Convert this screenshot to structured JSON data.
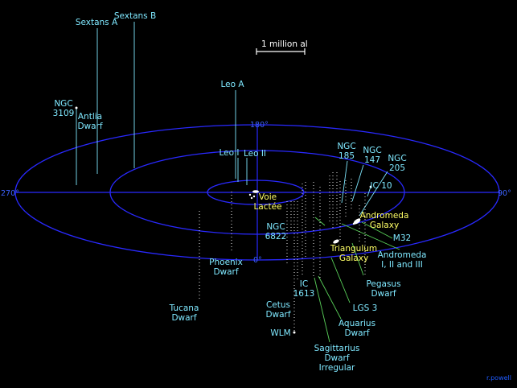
{
  "scale": {
    "label": "1 million al"
  },
  "axes": {
    "angle_0": "0°",
    "angle_90": "90°",
    "angle_180": "180°",
    "angle_270": "270°"
  },
  "galaxies": {
    "milky_way": [
      "Voie",
      "Lactée"
    ],
    "andromeda": [
      "Andromeda",
      "Galaxy"
    ],
    "triangulum": [
      "Triangulum",
      "Galaxy"
    ],
    "sextans_a": [
      "Sextans A"
    ],
    "sextans_b": [
      "Sextans B"
    ],
    "ngc3109": [
      "NGC",
      "3109"
    ],
    "antlia": [
      "Antlia",
      "Dwarf"
    ],
    "leo_a": [
      "Leo A"
    ],
    "leo_i": [
      "Leo I"
    ],
    "leo_ii": [
      "Leo II"
    ],
    "ngc185": [
      "NGC",
      "185"
    ],
    "ngc147": [
      "NGC",
      "147"
    ],
    "ngc205": [
      "NGC",
      "205"
    ],
    "ic10": [
      "IC 10"
    ],
    "m32": [
      "M32"
    ],
    "andromeda_123": [
      "Andromeda",
      "I, II and III"
    ],
    "ngc6822": [
      "NGC",
      "6822"
    ],
    "pegasus": [
      "Pegasus",
      "Dwarf"
    ],
    "phoenix": [
      "Phoenix",
      "Dwarf"
    ],
    "ic1613": [
      "IC",
      "1613"
    ],
    "lgs3": [
      "LGS 3"
    ],
    "tucana": [
      "Tucana",
      "Dwarf"
    ],
    "cetus": [
      "Cetus",
      "Dwarf"
    ],
    "aquarius": [
      "Aquarius",
      "Dwarf"
    ],
    "wlm": [
      "WLM"
    ],
    "sagittarius": [
      "Sagittarius",
      "Dwarf",
      "Irregular"
    ]
  },
  "credit": "r.powell",
  "colors": {
    "background": "#000000",
    "orbit": "#2929ff",
    "label_major": "#ffff66",
    "label_minor": "#7fe8ff",
    "leader": "#5ad25a"
  }
}
